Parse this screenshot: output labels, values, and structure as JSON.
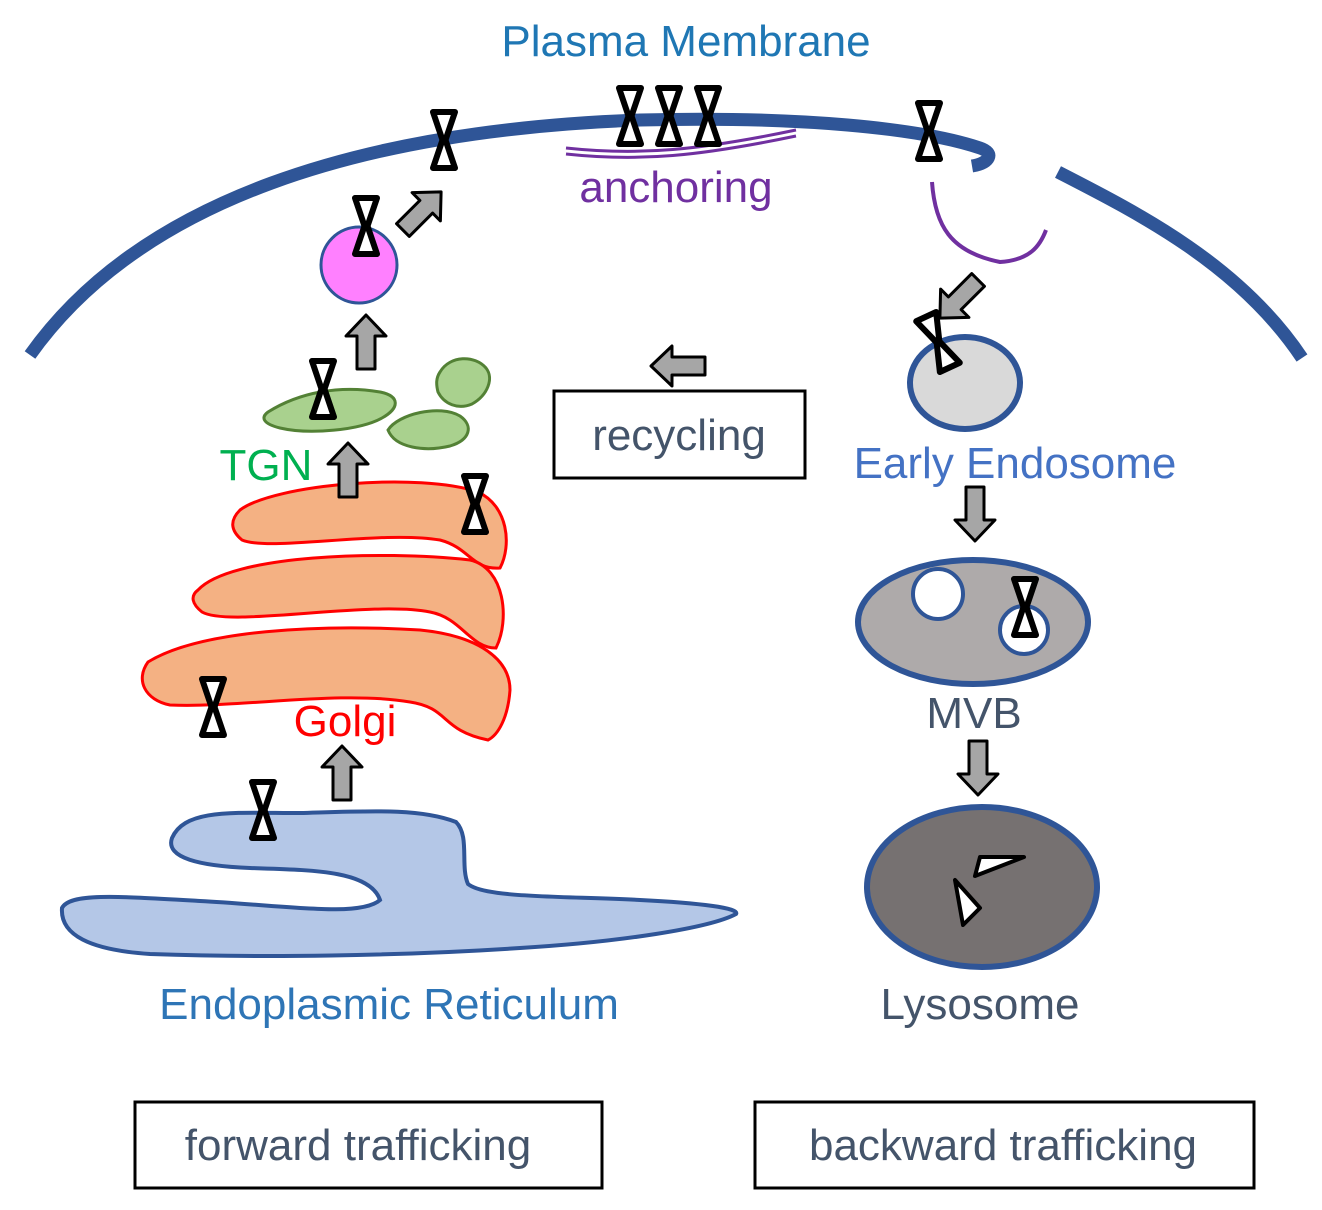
{
  "labels": {
    "plasma_membrane": "Plasma Membrane",
    "anchoring": "anchoring",
    "recycling": "recycling",
    "early_endosome": "Early Endosome",
    "tgn": "TGN",
    "golgi": "Golgi",
    "mvb": "MVB",
    "lysosome": "Lysosome",
    "er": "Endoplasmic Reticulum",
    "forward": "forward trafficking",
    "backward": "backward trafficking"
  },
  "colors": {
    "membrane": "#2F5597",
    "plasma_label": "#1F77B4",
    "anchoring": "#7030A0",
    "tgn_fill": "#A9D18E",
    "tgn_stroke": "#538135",
    "tgn_label": "#00B050",
    "golgi_fill": "#F4B183",
    "golgi_stroke": "#FF0000",
    "golgi_label": "#FF0000",
    "er_fill": "#B4C7E7",
    "er_label": "#2E75B6",
    "vesicle_fill": "#FF80FF",
    "early_endosome_fill": "#D9D9D9",
    "early_endosome_label": "#4472C4",
    "mvb_fill": "#AEAAAA",
    "lysosome_fill": "#767171",
    "arrow_fill": "#A6A6A6",
    "box_text": "#44546A"
  },
  "icons": [
    "transporter-icon",
    "arrow-icon",
    "protease-icon"
  ]
}
